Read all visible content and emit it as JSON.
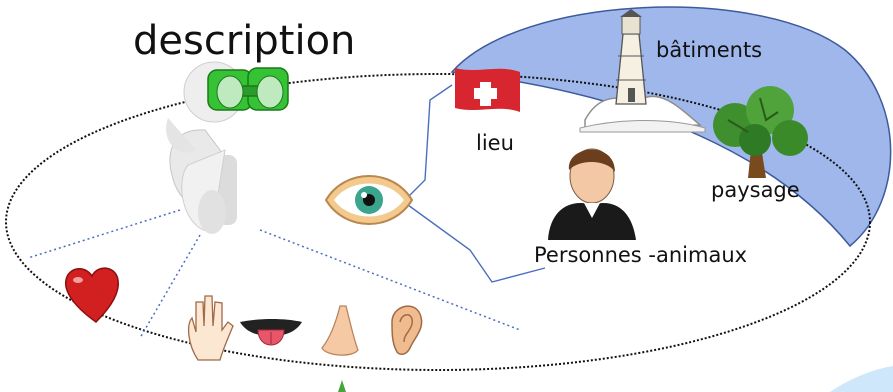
{
  "title": "description",
  "labels": {
    "lieu": "lieu",
    "batiments": "bâtiments",
    "paysage": "paysage",
    "personnes": "Personnes -animaux"
  },
  "colors": {
    "blue_region": "#9fb7ea",
    "blue_outline": "#3d5a9c",
    "dotted_ellipse": "#111111",
    "connector": "#4a6fc0",
    "binoculars": "#35c235",
    "flag_red": "#d7262f",
    "heart": "#d21f1f"
  },
  "icons": [
    "binoculars-person-icon",
    "swiss-flag-icon",
    "lighthouse-icon",
    "tree-icon",
    "person-icon",
    "eye-icon",
    "heart-icon",
    "hand-icon",
    "tongue-icon",
    "nose-icon",
    "ear-icon"
  ]
}
